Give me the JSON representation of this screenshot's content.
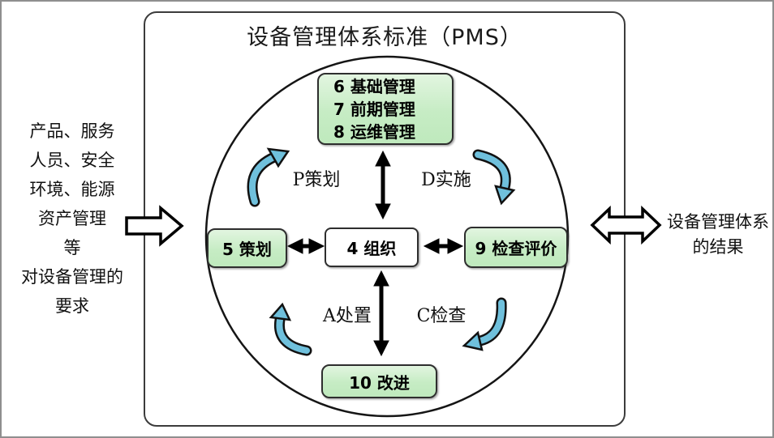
{
  "title": "设备管理体系标准（PMS）",
  "left_note": {
    "lines": [
      "产品、服务",
      "人员、安全",
      "环境、能源",
      "资产管理",
      "等",
      "对设备管理的",
      "要求"
    ]
  },
  "right_note": {
    "lines": [
      "设备管理体系",
      "的结果"
    ]
  },
  "cycle": {
    "top_box": {
      "lines": [
        "6 基础管理",
        "7 前期管理",
        "8 运维管理"
      ]
    },
    "left_box": "5 策划",
    "center_box": "4 组织",
    "right_box": "9 检查评价",
    "bottom_box": "10 改进",
    "labels": {
      "plan": "P策划",
      "do": "D实施",
      "check": "C检查",
      "act": "A处置"
    }
  },
  "colors": {
    "box_green": "#c6ecc4",
    "box_border": "#2e2e2e",
    "arrow_blue": "#6fc0dc",
    "arrow_outline": "#111111",
    "frame_border": "#3c3c3c",
    "outer_border": "#8f8f8f"
  }
}
